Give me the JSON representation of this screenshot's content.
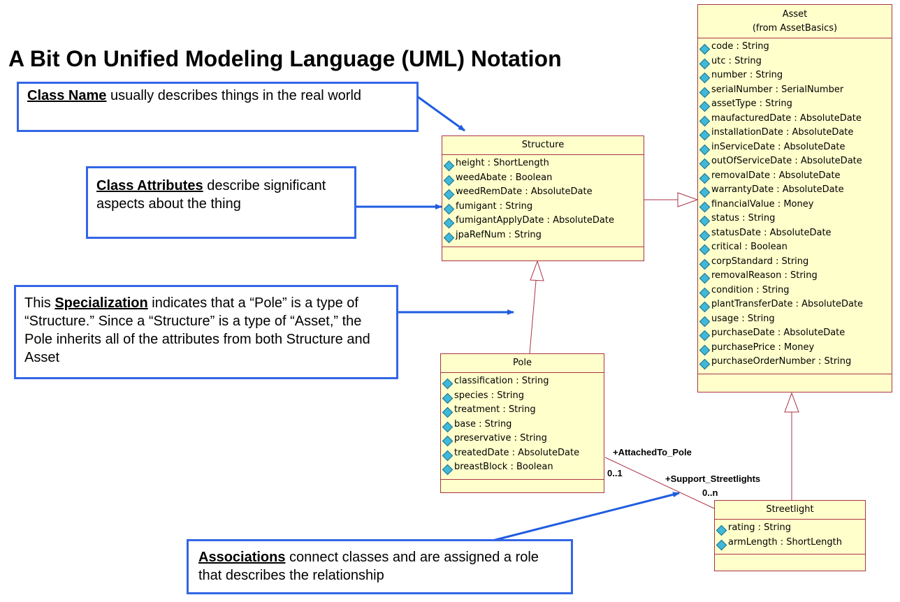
{
  "title": "A Bit On Unified Modeling Language (UML) Notation",
  "callouts": {
    "class_name": {
      "bold": "Class Name",
      "text": " usually describes things in the real world"
    },
    "class_attributes": {
      "bold": "Class Attributes",
      "text": " describe significant aspects about the thing"
    },
    "specialization": {
      "pre": "This ",
      "bold": "Specialization",
      "text": " indicates that a “Pole” is a type of “Structure.”  Since a “Structure” is a type of “Asset,” the Pole inherits all of the attributes from both Structure and Asset"
    },
    "associations": {
      "bold": "Associations",
      "text": " connect classes and are assigned a role that describes the relationship"
    }
  },
  "classes": {
    "asset": {
      "name": "Asset",
      "from": "(from AssetBasics)",
      "attributes": [
        "code : String",
        "utc : String",
        "number : String",
        "serialNumber : SerialNumber",
        "assetType : String",
        "maufacturedDate : AbsoluteDate",
        "installationDate : AbsoluteDate",
        "inServiceDate : AbsoluteDate",
        "outOfServiceDate : AbsoluteDate",
        "removalDate : AbsoluteDate",
        "warrantyDate : AbsoluteDate",
        "financialValue : Money",
        "status : String",
        "statusDate : AbsoluteDate",
        "critical : Boolean",
        "corpStandard : String",
        "removalReason : String",
        "condition : String",
        "plantTransferDate : AbsoluteDate",
        "usage : String",
        "purchaseDate : AbsoluteDate",
        "purchasePrice : Money",
        "purchaseOrderNumber : String"
      ]
    },
    "structure": {
      "name": "Structure",
      "attributes": [
        "height : ShortLength",
        "weedAbate : Boolean",
        "weedRemDate : AbsoluteDate",
        "fumigant : String",
        "fumigantApplyDate : AbsoluteDate",
        "jpaRefNum : String"
      ]
    },
    "pole": {
      "name": "Pole",
      "attributes": [
        "classification : String",
        "species : String",
        "treatment : String",
        "base : String",
        "preservative : String",
        "treatedDate : AbsoluteDate",
        "breastBlock : Boolean"
      ]
    },
    "streetlight": {
      "name": "Streetlight",
      "attributes": [
        "rating : String",
        "armLength : ShortLength"
      ]
    }
  },
  "association": {
    "role_pole": "+AttachedTo_Pole",
    "mult_pole": "0..1",
    "role_streetlight": "+Support_Streetlights",
    "mult_streetlight": "0..n"
  },
  "colors": {
    "callout_border": "#3366e6",
    "class_fill": "#ffffcc",
    "class_border": "#aa3344",
    "attr_icon": "#40b8d8"
  }
}
